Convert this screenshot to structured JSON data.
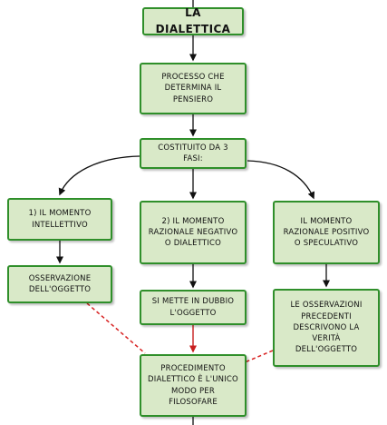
{
  "diagram": {
    "title": "LA DIALETTICA",
    "process": "PROCESSO CHE DETERMINA IL PENSIERO",
    "phases": "COSTITUITO DA 3 FASI:",
    "left_phase": "1) IL MOMENTO INTELLETTIVO",
    "middle_phase": "2) IL MOMENTO RAZIONALE NEGATIVO O DIALETTICO",
    "right_phase": "IL MOMENTO RAZIONALE POSITIVO O SPECULATIVO",
    "left_result": "OSSERVAZIONE DELL'OGGETTO",
    "middle_result": "SI METTE IN DUBBIO L'OGGETTO",
    "right_result": "LE OSSERVAZIONI PRECEDENTI DESCRIVONO LA VERITÀ DELL'OGGETTO",
    "conclusion": "PROCEDIMENTO DIALETTICO È L'UNICO MODO PER FILOSOFARE"
  },
  "colors": {
    "node_fill": "#d9e9c8",
    "node_border": "#2f8f2a",
    "connector": "#111111",
    "dashed_connector": "#d82424",
    "arrow_red": "#c81f1f"
  }
}
